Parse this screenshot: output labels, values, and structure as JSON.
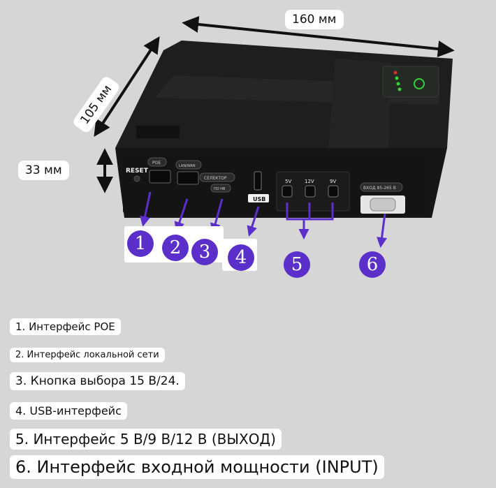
{
  "dimensions": {
    "width": "160 мм",
    "depth": "105 мм",
    "height": "33 мм"
  },
  "device": {
    "reset": "RESET",
    "poe": "POE",
    "lan": "LAN/WAN",
    "selector_top": "СЕЛЕКТОР",
    "selector_bottom": "ПО НВ",
    "usb": "USB",
    "out_5v": "5V",
    "out_12v": "12V",
    "out_9v": "9V",
    "input": "ВХОД 85-265 В"
  },
  "callouts": [
    "1",
    "2",
    "3",
    "4",
    "5",
    "6"
  ],
  "legend": [
    "1. Интерфейс POE",
    "2. Интерфейс локальной сети",
    "3. Кнопка выбора 15 В/24.",
    "4. USB-интерфейс",
    "5. Интерфейс 5 В/9 В/12 В (ВЫХОД)",
    "6. Интерфейс входной мощности (INPUT)"
  ],
  "colors": {
    "background": "#d6d6d6",
    "callout": "#5b2fc9",
    "device_body": "#1c1c1c",
    "led": "#35d435"
  }
}
